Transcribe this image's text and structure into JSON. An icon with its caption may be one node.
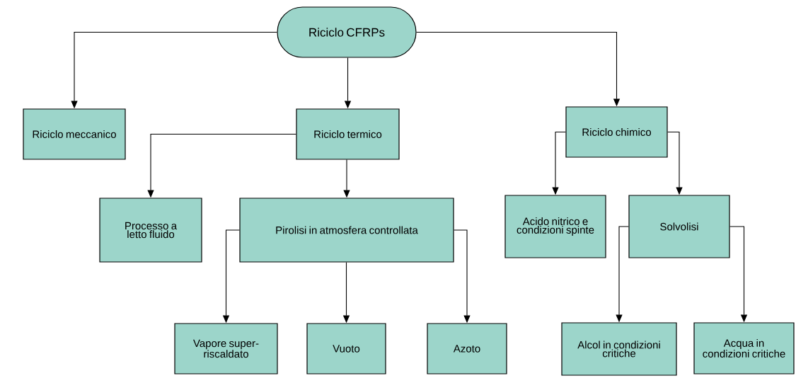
{
  "diagram": {
    "nodes": [
      {
        "text": [
          "Riciclo CFRPs"
        ]
      },
      {
        "text": [
          "Riciclo meccanico"
        ]
      },
      {
        "text": [
          "Riciclo termico"
        ]
      },
      {
        "text": [
          "Riciclo chimico"
        ]
      },
      {
        "text": [
          "Processo a letto fluido"
        ]
      },
      {
        "text": [
          "Pirolisi in atmosfera controllata"
        ]
      },
      {
        "text": [
          "Acido nitrico e condizioni spinte"
        ]
      },
      {
        "text": [
          "Solvolisi"
        ]
      },
      {
        "text": [
          "Vapore super-riscaldato"
        ]
      },
      {
        "text": [
          "Vuoto"
        ]
      },
      {
        "text": [
          "Azoto"
        ]
      },
      {
        "text": [
          "Alcol in condizioni critiche"
        ]
      },
      {
        "text": [
          "Acqua in condizioni critiche"
        ]
      }
    ],
    "edges": [
      {
        "from": 0,
        "to": 1,
        "arrow": "to"
      },
      {
        "from": 0,
        "to": 2,
        "arrow": "to"
      },
      {
        "from": 0,
        "to": 3,
        "arrow": "to"
      },
      {
        "from": 2,
        "to": 4,
        "arrow": "to"
      },
      {
        "from": 2,
        "to": 5,
        "arrow": "to"
      },
      {
        "from": 3,
        "to": 6,
        "arrow": "to"
      },
      {
        "from": 3,
        "to": 7,
        "arrow": "to"
      },
      {
        "from": 5,
        "to": 8,
        "arrow": "to"
      },
      {
        "from": 5,
        "to": 9,
        "arrow": "to"
      },
      {
        "from": 5,
        "to": 10,
        "arrow": "to"
      },
      {
        "from": 7,
        "to": 11,
        "arrow": "to"
      },
      {
        "from": 7,
        "to": 12,
        "arrow": "to"
      }
    ]
  }
}
